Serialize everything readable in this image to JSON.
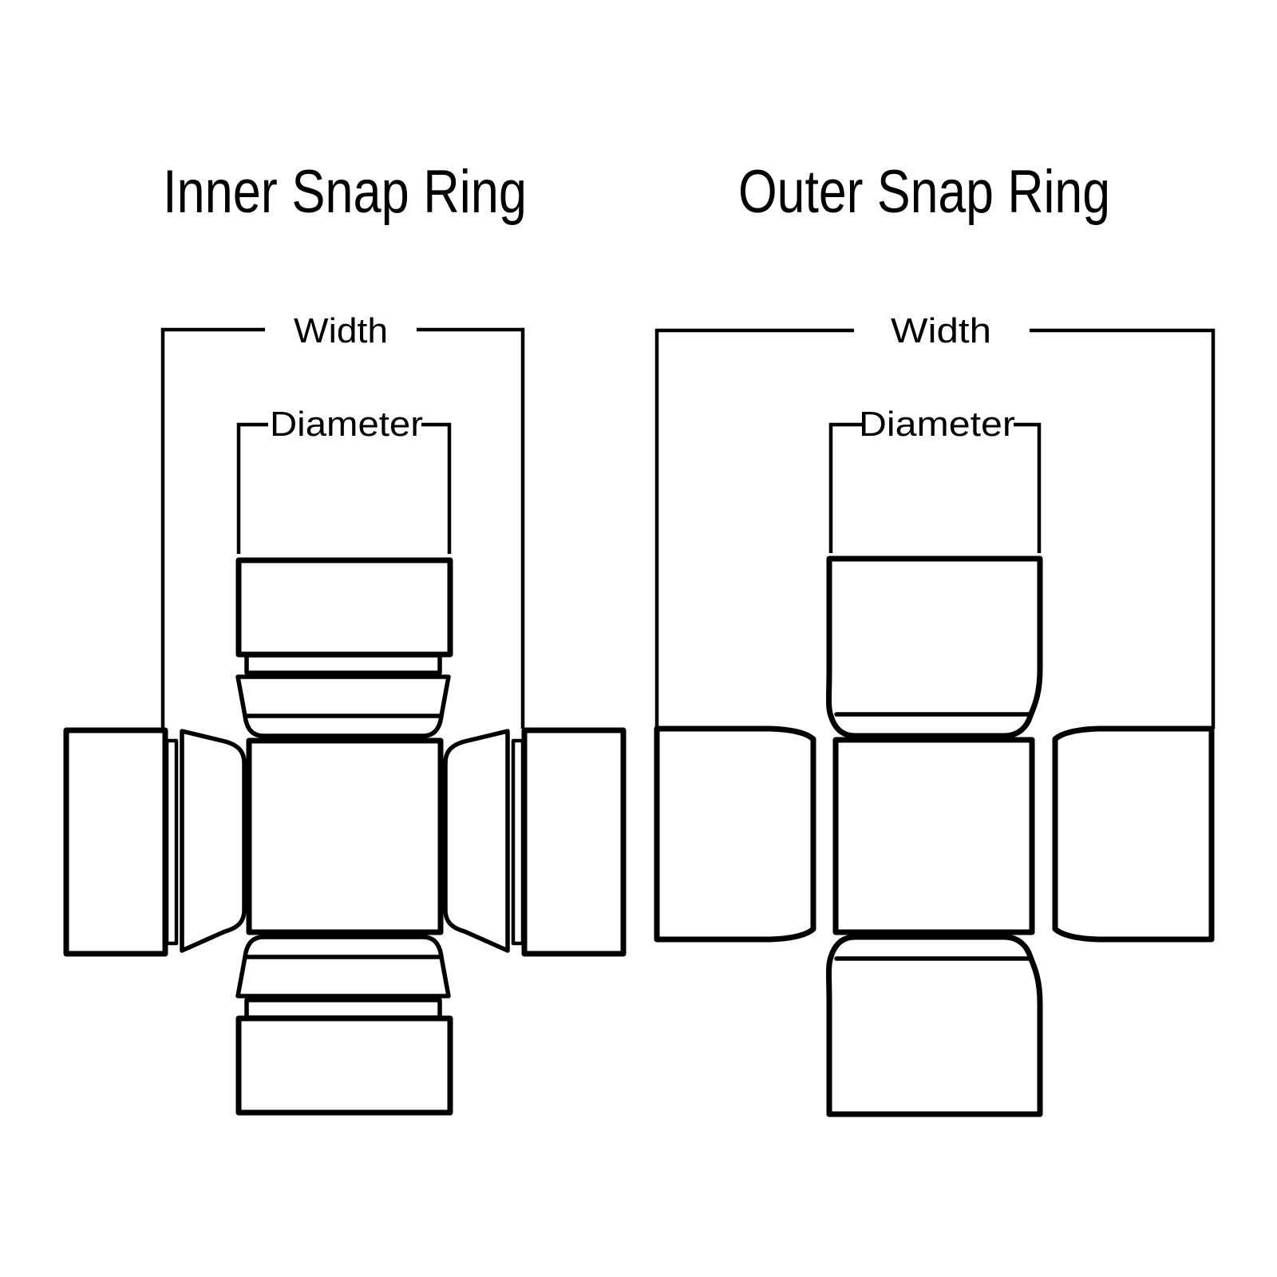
{
  "page": {
    "background": "#ffffff",
    "line_color": "#000000",
    "description": "Technical comparison diagram of universal joint snap ring styles"
  },
  "colors": {
    "line": "#000000",
    "background": "#ffffff"
  },
  "diagrams": [
    {
      "id": "inner-snap-ring",
      "title": "Inner Snap Ring",
      "width_label": "Width",
      "diameter_label": "Diameter"
    },
    {
      "id": "outer-snap-ring",
      "title": "Outer Snap Ring",
      "width_label": "Width",
      "diameter_label": "Diameter"
    }
  ]
}
